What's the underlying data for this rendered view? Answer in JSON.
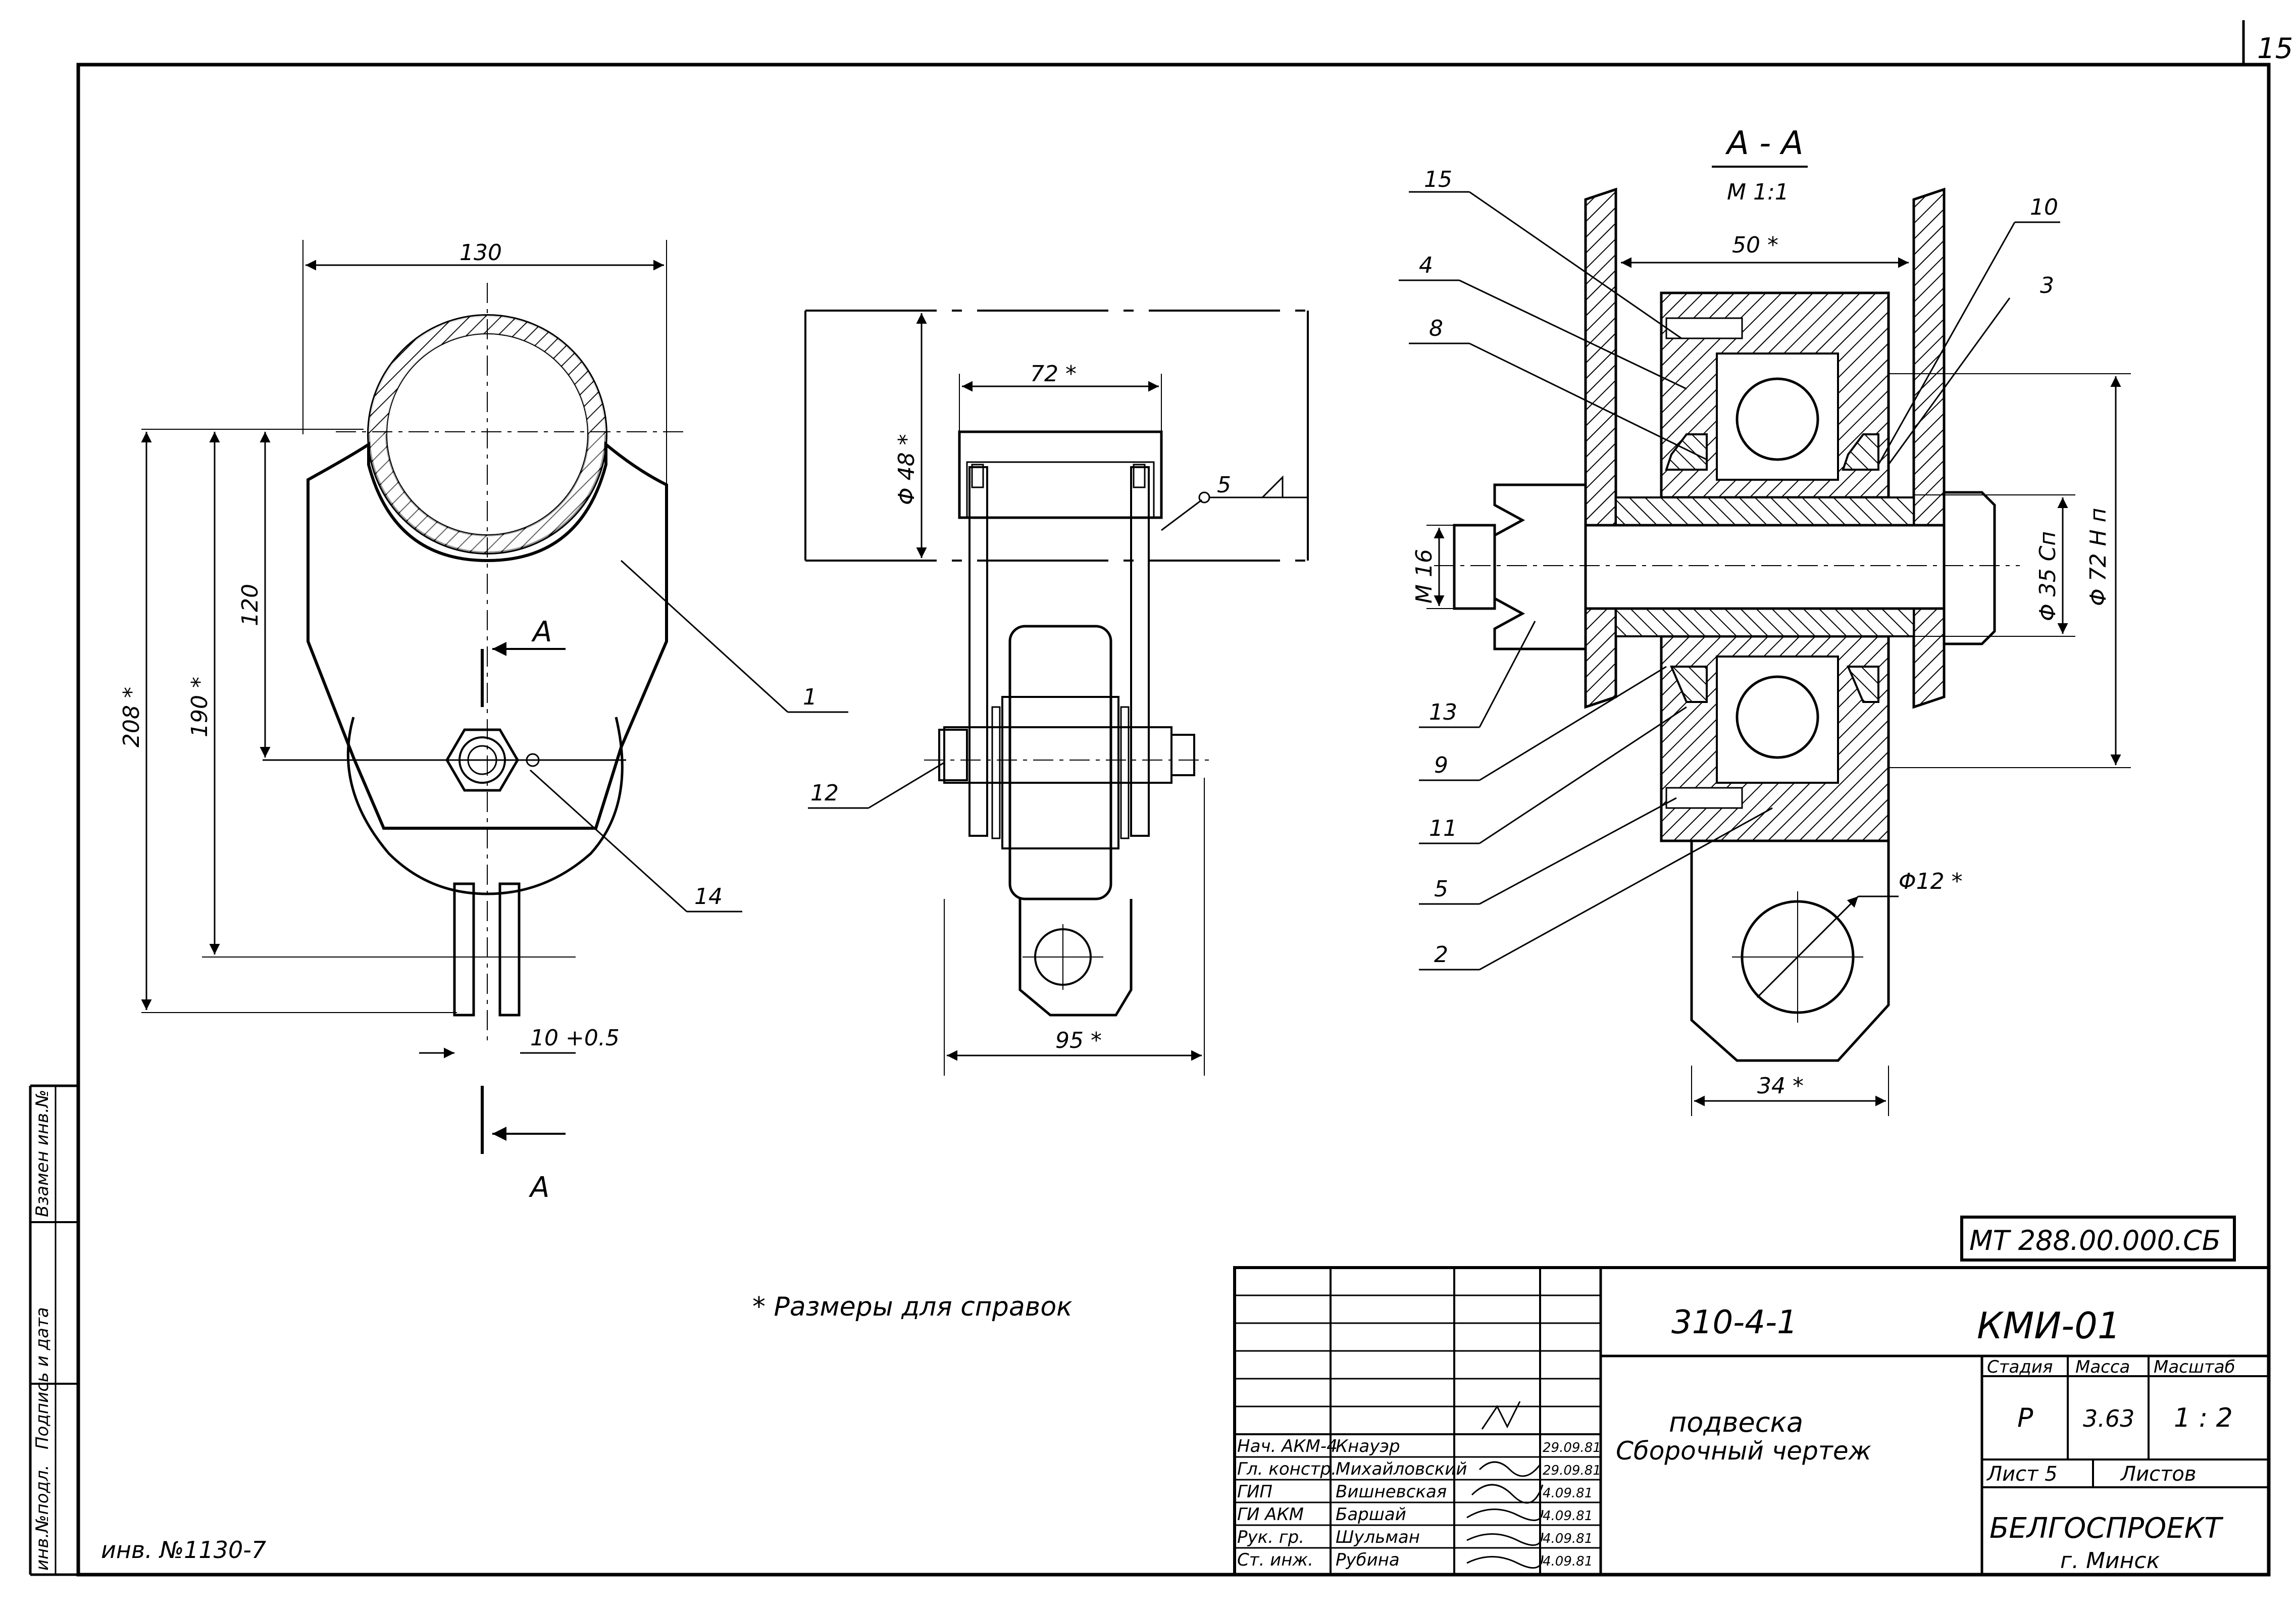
{
  "sheet": {
    "page_number": "15",
    "inventory_no": "инв. №1130-7",
    "side_labels": [
      "инв.№подл.",
      "Подпись и дата",
      "Взамен инв.№"
    ]
  },
  "section": {
    "title": "A - A",
    "scale": "М 1:1",
    "cut_mark": "А"
  },
  "note": "* Размеры для справок",
  "dimensions": {
    "d130": "130",
    "d208": "208 *",
    "d190": "190 *",
    "d120": "120",
    "d10": "10 +0.5",
    "d72": "72 *",
    "d48": "Φ 48 *",
    "d95": "95 *",
    "weld": "5",
    "d50": "50 *",
    "d72h": "Φ 72 Н п",
    "d35": "Φ 35 Сп",
    "dm16": "М 16",
    "d12": "Φ12 *",
    "d34": "34 *"
  },
  "callouts": [
    "1",
    "14",
    "12",
    "15",
    "4",
    "8",
    "10",
    "3",
    "13",
    "9",
    "11",
    "5",
    "2"
  ],
  "title_block": {
    "doc_code": "МТ 288.00.000.СБ",
    "series": "310-4-1",
    "mark": "КМИ-01",
    "name_line1": "подвеска",
    "name_line2": "Сборочный чертеж",
    "stage_header": "Стадия",
    "mass_header": "Масса",
    "scale_header": "Масштаб",
    "stage": "Р",
    "mass": "3.63",
    "scale": "1 : 2",
    "sheet_label": "Лист 5",
    "sheets_label": "Листов",
    "org": "БЕЛГОСПРОЕКТ",
    "city": "г. Минск",
    "staff": [
      {
        "role": "Нач. АКМ-4",
        "name": "Кнауэр",
        "date": "29.09.81"
      },
      {
        "role": "Гл. констр.",
        "name": "Михайловский",
        "date": "29.09.81"
      },
      {
        "role": "ГИП",
        "name": "Вишневская",
        "date": "4.09.81"
      },
      {
        "role": "ГИ АКМ",
        "name": "Баршай",
        "date": "4.09.81"
      },
      {
        "role": "Рук. гр.",
        "name": "Шульман",
        "date": "4.09.81"
      },
      {
        "role": "Ст. инж.",
        "name": "Рубина",
        "date": "4.09.81"
      }
    ]
  }
}
